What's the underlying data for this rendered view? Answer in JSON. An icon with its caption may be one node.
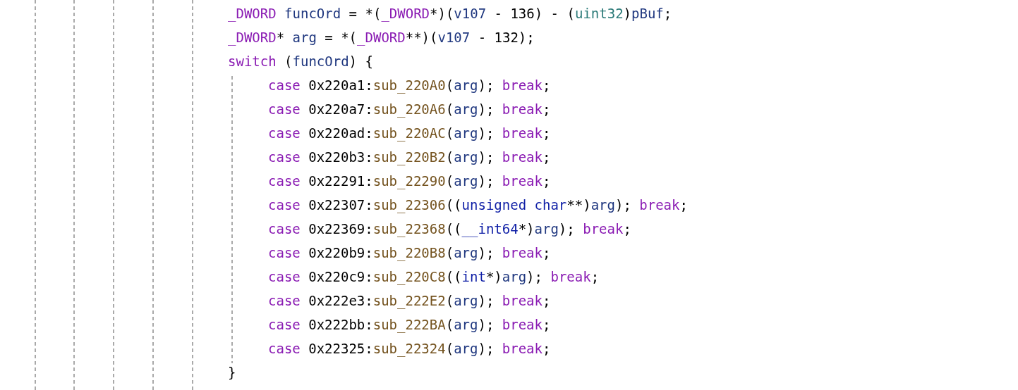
{
  "diagram": {
    "labels": [
      "_DWORD funcOrd = *(_DWORD*)(v107 - 136) - (uint32)pBuf;",
      "_DWORD* arg = *(_DWORD**)(v107 - 132);",
      "switch (funcOrd) {",
      "case 0x220a1:sub_220A0(arg); break;",
      "case 0x220a7:sub_220A6(arg); break;",
      "case 0x220ad:sub_220AC(arg); break;",
      "case 0x220b3:sub_220B2(arg); break;",
      "case 0x22291:sub_22290(arg); break;",
      "case 0x22307:sub_22306((unsigned char**)arg); break;",
      "case 0x22369:sub_22368((__int64*)arg); break;",
      "case 0x220b9:sub_220B8(arg); break;",
      "case 0x220c9:sub_220C8((int*)arg); break;",
      "case 0x222e3:sub_222E2(arg); break;",
      "case 0x222bb:sub_222BA(arg); break;",
      "case 0x22325:sub_22324(arg); break;",
      "}"
    ]
  }
}
